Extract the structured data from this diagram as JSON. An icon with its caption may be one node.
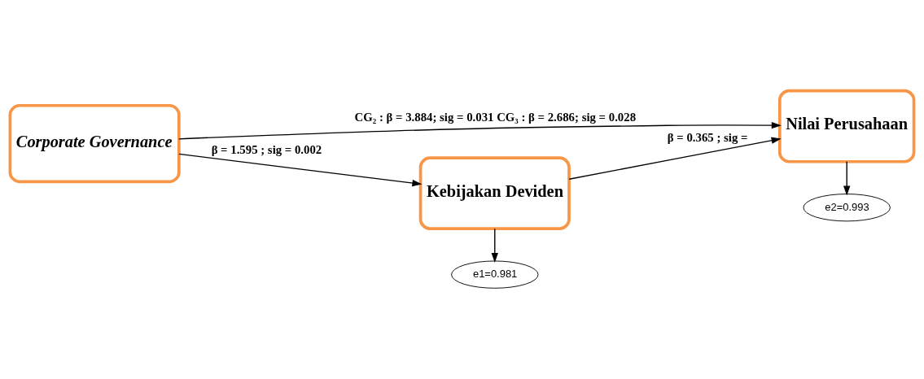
{
  "diagram": {
    "nodes": [
      {
        "text": [
          "Corporate Governance"
        ]
      },
      {
        "text": [
          "Nilai Perusahaan"
        ]
      },
      {
        "text": [
          "Kebijakan Deviden"
        ]
      },
      {
        "text": [
          "e2=0.993"
        ]
      },
      {
        "text": [
          "e1=0.981"
        ]
      }
    ],
    "edges": [
      {
        "from": 0,
        "to": 1,
        "arrow": "to",
        "label": "CG₂ : β = 3.884; sig = 0.031 CG₃ : β = 2.686; sig = 0.028"
      },
      {
        "from": 0,
        "to": 2,
        "arrow": "to",
        "label": "β = 1.595 ; sig = 0.002"
      },
      {
        "from": 2,
        "to": 1,
        "arrow": "to",
        "label": "β = 0.365 ; sig ="
      },
      {
        "from": 1,
        "to": 3,
        "arrow": "to"
      },
      {
        "from": 2,
        "to": 4,
        "arrow": "to"
      }
    ]
  }
}
